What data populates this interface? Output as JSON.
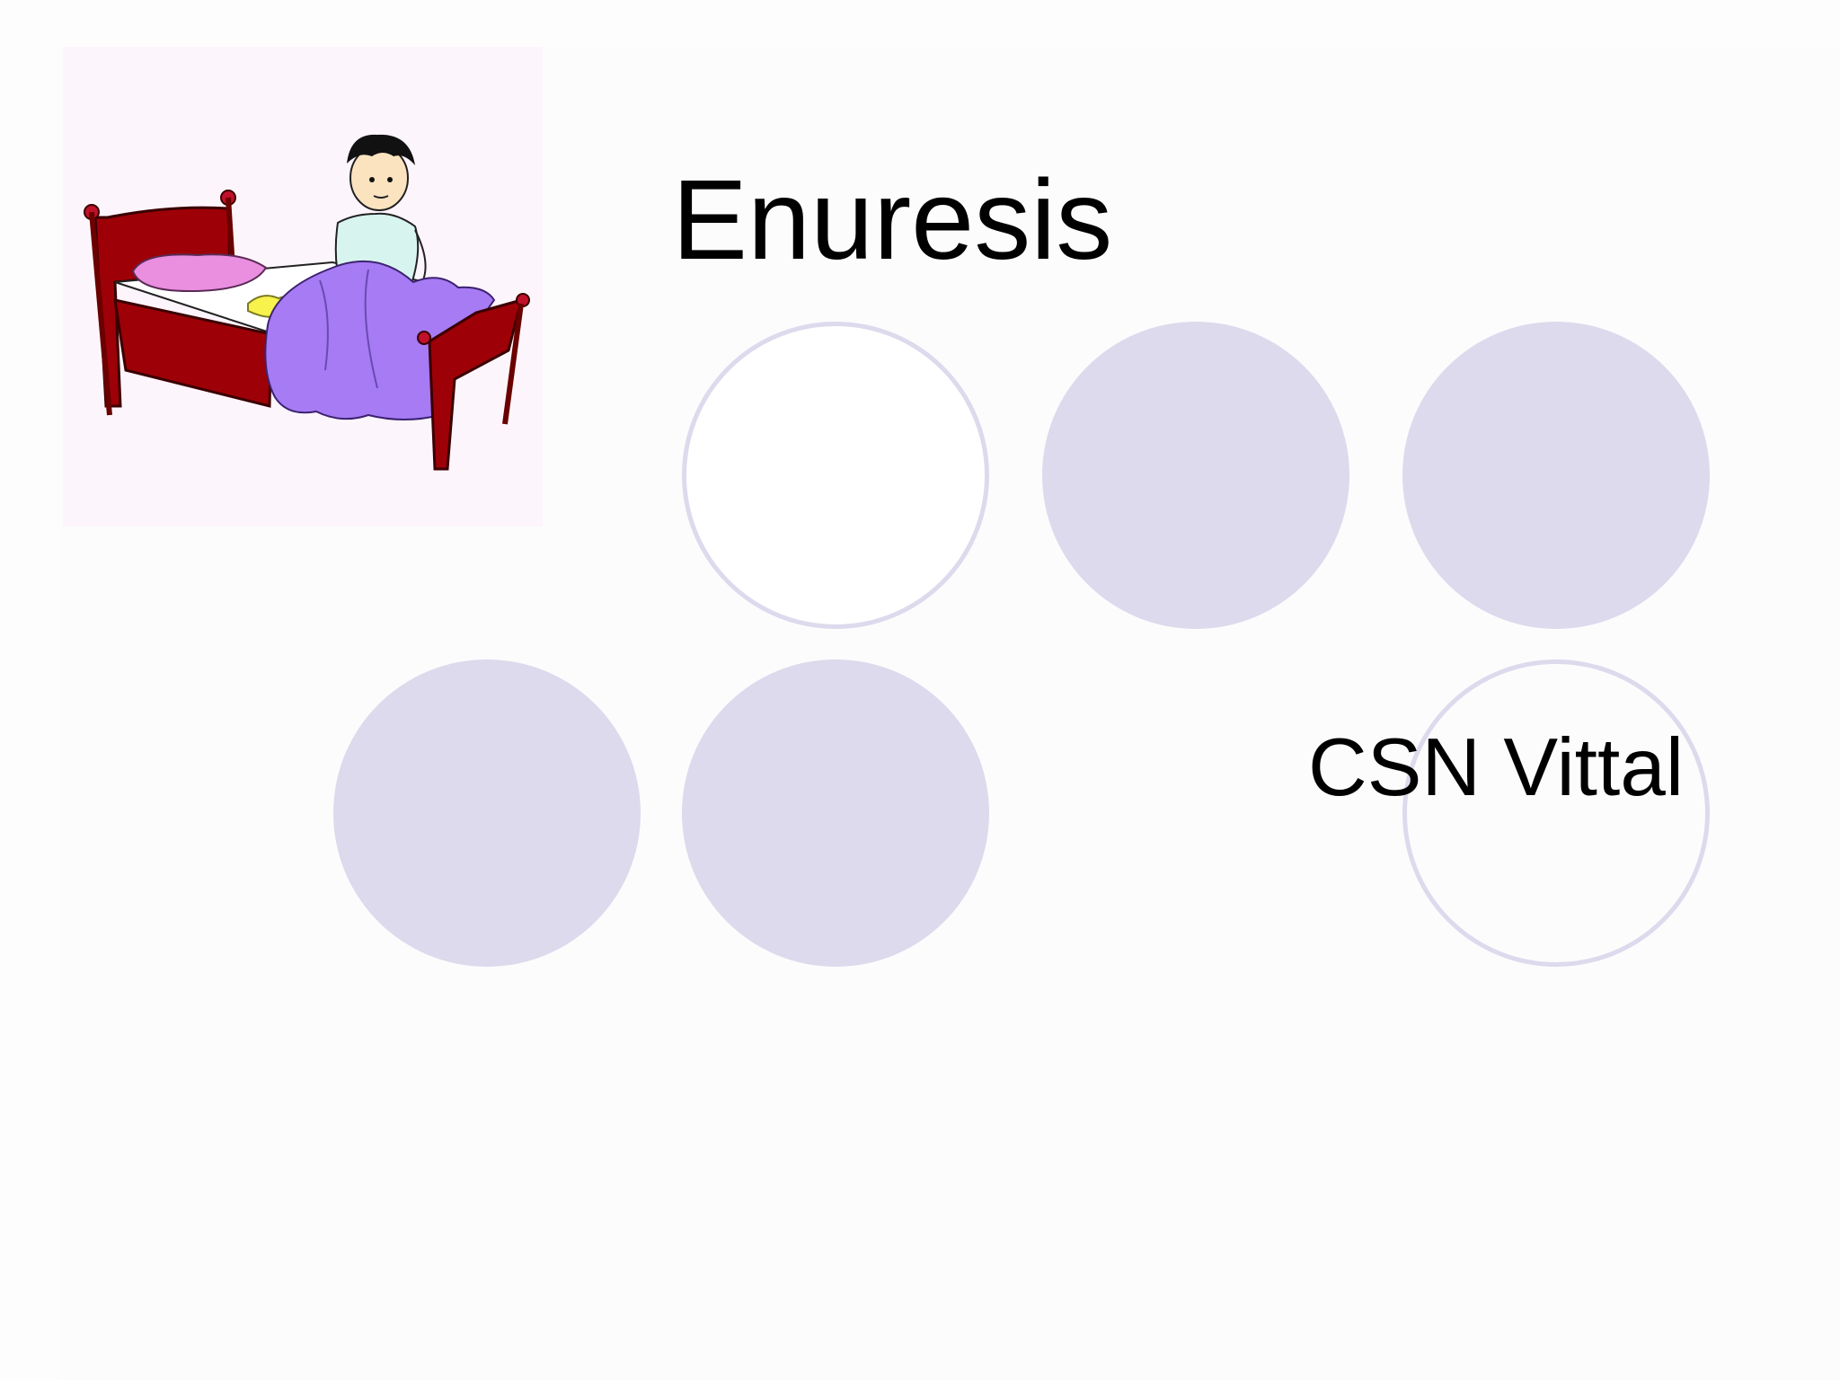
{
  "slide": {
    "title": "Enuresis",
    "subtitle": "CSN Vittal",
    "image_icon": "bedwetting-child-clipart",
    "colors": {
      "circle_fill": "#dcdaec",
      "circle_outline": "#dcdaec",
      "text": "#000000",
      "background": "#fdfdfe"
    }
  }
}
